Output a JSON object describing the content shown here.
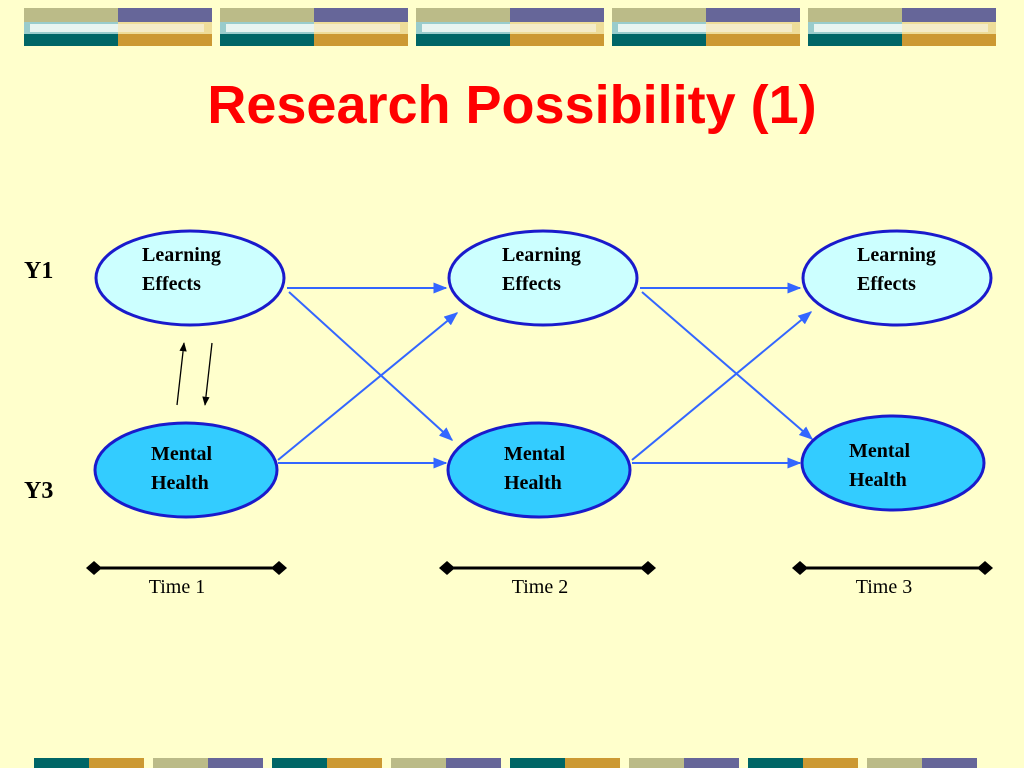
{
  "slide": {
    "title": "Research Possibility (1)",
    "background_color": "#FFFFCC",
    "title_color": "#FF0000"
  },
  "rows": {
    "top_label": "Y1",
    "bottom_label": "Y3"
  },
  "nodes": {
    "learning": {
      "line1": "Learning",
      "line2": "Effects",
      "fill": "#CCFFFF",
      "stroke": "#1A1ACC"
    },
    "mental": {
      "line1": "Mental",
      "line2": "Health",
      "fill": "#33CCFF",
      "stroke": "#1A1ACC"
    }
  },
  "times": [
    "Time 1",
    "Time 2",
    "Time 3"
  ],
  "colors": {
    "arrow": "#3366FF",
    "teal": "#006666",
    "slate": "#666699",
    "olive": "#BBBB88",
    "gold": "#CC9933",
    "pale_teal": "#99CCCC",
    "pale_gold": "#EEDD99"
  }
}
